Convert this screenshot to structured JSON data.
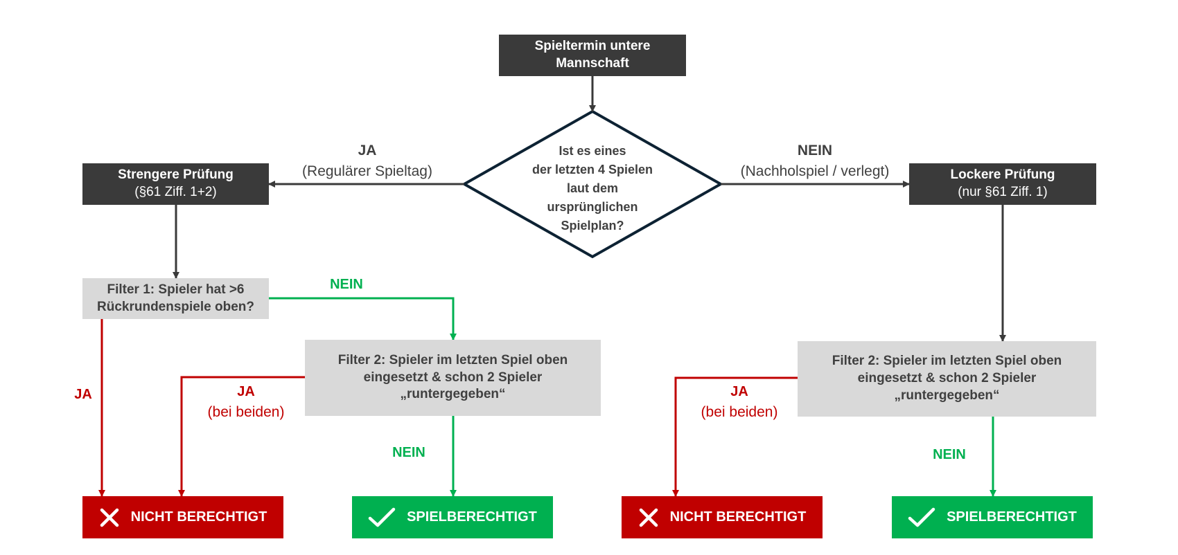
{
  "start": {
    "line1": "Spieltermin untere",
    "line2": "Mannschaft"
  },
  "decision": {
    "line1": "Ist es eines",
    "line2": "der letzten 4 Spielen",
    "line3": "laut dem",
    "line4": "ursprünglichen",
    "line5": "Spielplan?"
  },
  "left_branch": {
    "answer": "JA",
    "detail": "(Regulärer Spieltag)"
  },
  "right_branch": {
    "answer": "NEIN",
    "detail": "(Nachholspiel / verlegt)"
  },
  "strict_check": {
    "title": "Strengere Prüfung",
    "subtitle": "(§61 Ziff. 1+2)"
  },
  "lenient_check": {
    "title": "Lockere Prüfung",
    "subtitle": "(nur §61 Ziff. 1)"
  },
  "filter1": {
    "line1": "Filter 1: Spieler hat >6",
    "line2": "Rückrundenspiele oben?"
  },
  "filter2_left": {
    "line1": "Filter 2: Spieler im letzten Spiel oben",
    "line2": "eingesetzt & schon 2 Spieler",
    "line3": "„runtergegeben“"
  },
  "filter2_right": {
    "line1": "Filter 2: Spieler im letzten Spiel oben",
    "line2": "eingesetzt & schon 2 Spieler",
    "line3": "„runtergegeben“"
  },
  "edge_labels": {
    "filter1_no": "NEIN",
    "filter1_yes": "JA",
    "filter2_left_yes": "JA",
    "filter2_left_yes_detail": "(bei beiden)",
    "filter2_left_no": "NEIN",
    "filter2_right_yes": "JA",
    "filter2_right_yes_detail": "(bei beiden)",
    "filter2_right_no": "NEIN"
  },
  "results": {
    "not_eligible_1": "NICHT BERECHTIGT",
    "eligible_1": "SPIELBERECHTIGT",
    "not_eligible_2": "NICHT BERECHTIGT",
    "eligible_2": "SPIELBERECHTIGT"
  },
  "colors": {
    "dark": "#3a3a3a",
    "light": "#d9d9d9",
    "red": "#c00000",
    "green": "#00b050",
    "outline": "#0d2233"
  },
  "icons": {
    "not_eligible": "cross-icon",
    "eligible": "checkmark-icon"
  }
}
